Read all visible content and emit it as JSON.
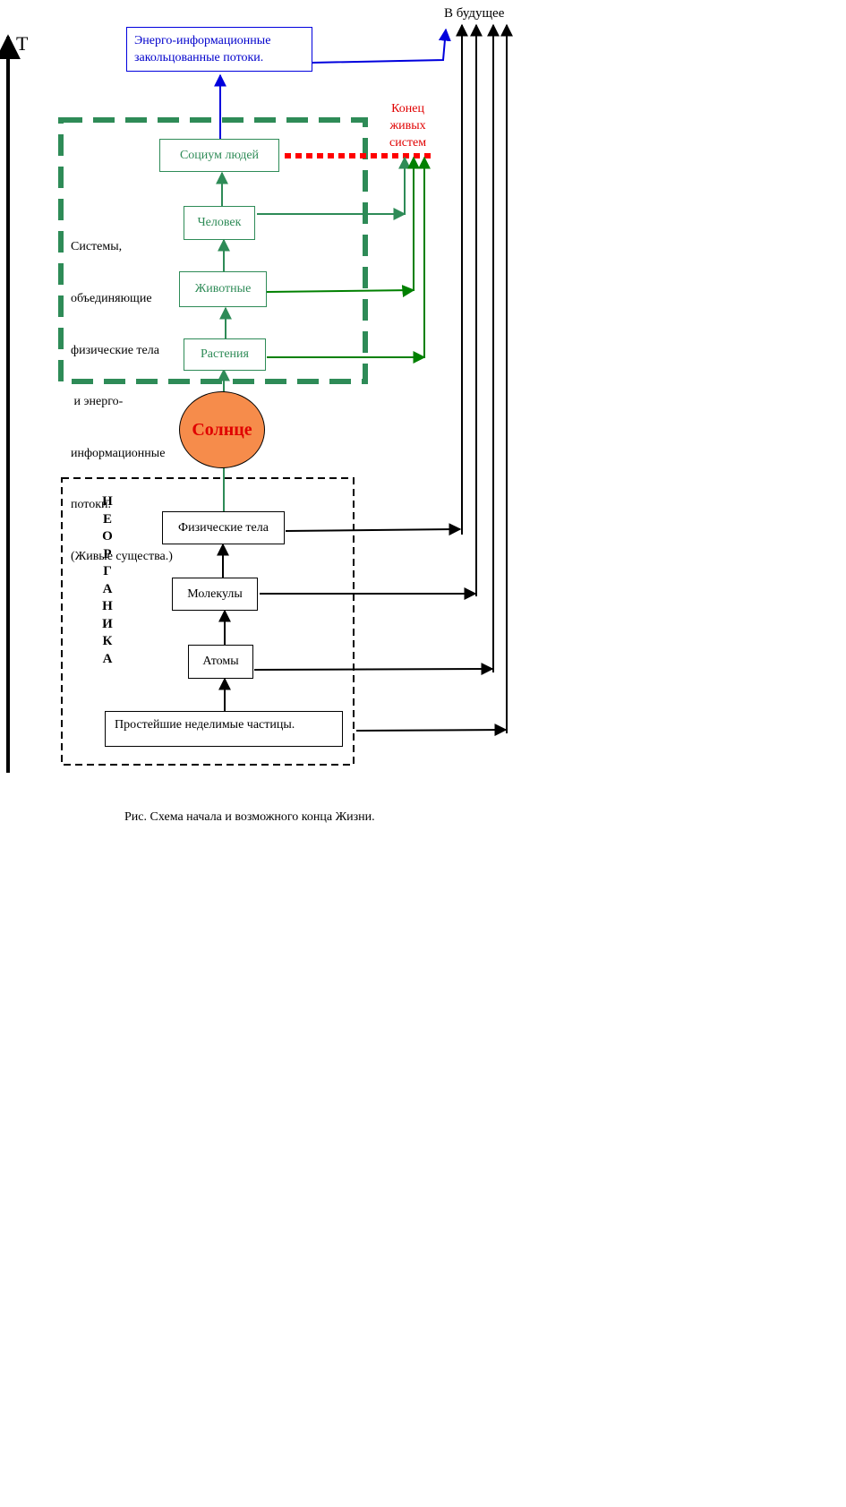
{
  "axis_label": "T",
  "future_label": "В будущее",
  "energy_flows_label_line1": "Энерго-информационные",
  "energy_flows_label_line2": "закольцованные потоки.",
  "end_label_line1": "Конец",
  "end_label_line2": "живых",
  "end_label_line3": "систем",
  "living": {
    "description_lines": [
      "Системы,",
      "объединяющие",
      "физические тела",
      " и энерго-",
      "информационные",
      "потоки.",
      "(Живые существа.)"
    ],
    "society": "Социум людей",
    "human": "Человек",
    "animals": "Животные",
    "plants": "Растения"
  },
  "sun": "Солнце",
  "inorganic": {
    "letters": [
      "Н",
      "Е",
      "О",
      "Р",
      "Г",
      "А",
      "Н",
      "И",
      "К",
      "А"
    ],
    "physical_bodies": "Физические тела",
    "molecules": "Молекулы",
    "atoms": "Атомы",
    "particles": "Простейшие неделимые частицы."
  },
  "caption": "Рис. Схема начала и возможного конца Жизни.",
  "colors": {
    "green_dash": "#2e8b57",
    "green_arrow": "#008000",
    "blue": "#0000dd",
    "red": "#ff0000",
    "sun": "#f68c4b"
  }
}
